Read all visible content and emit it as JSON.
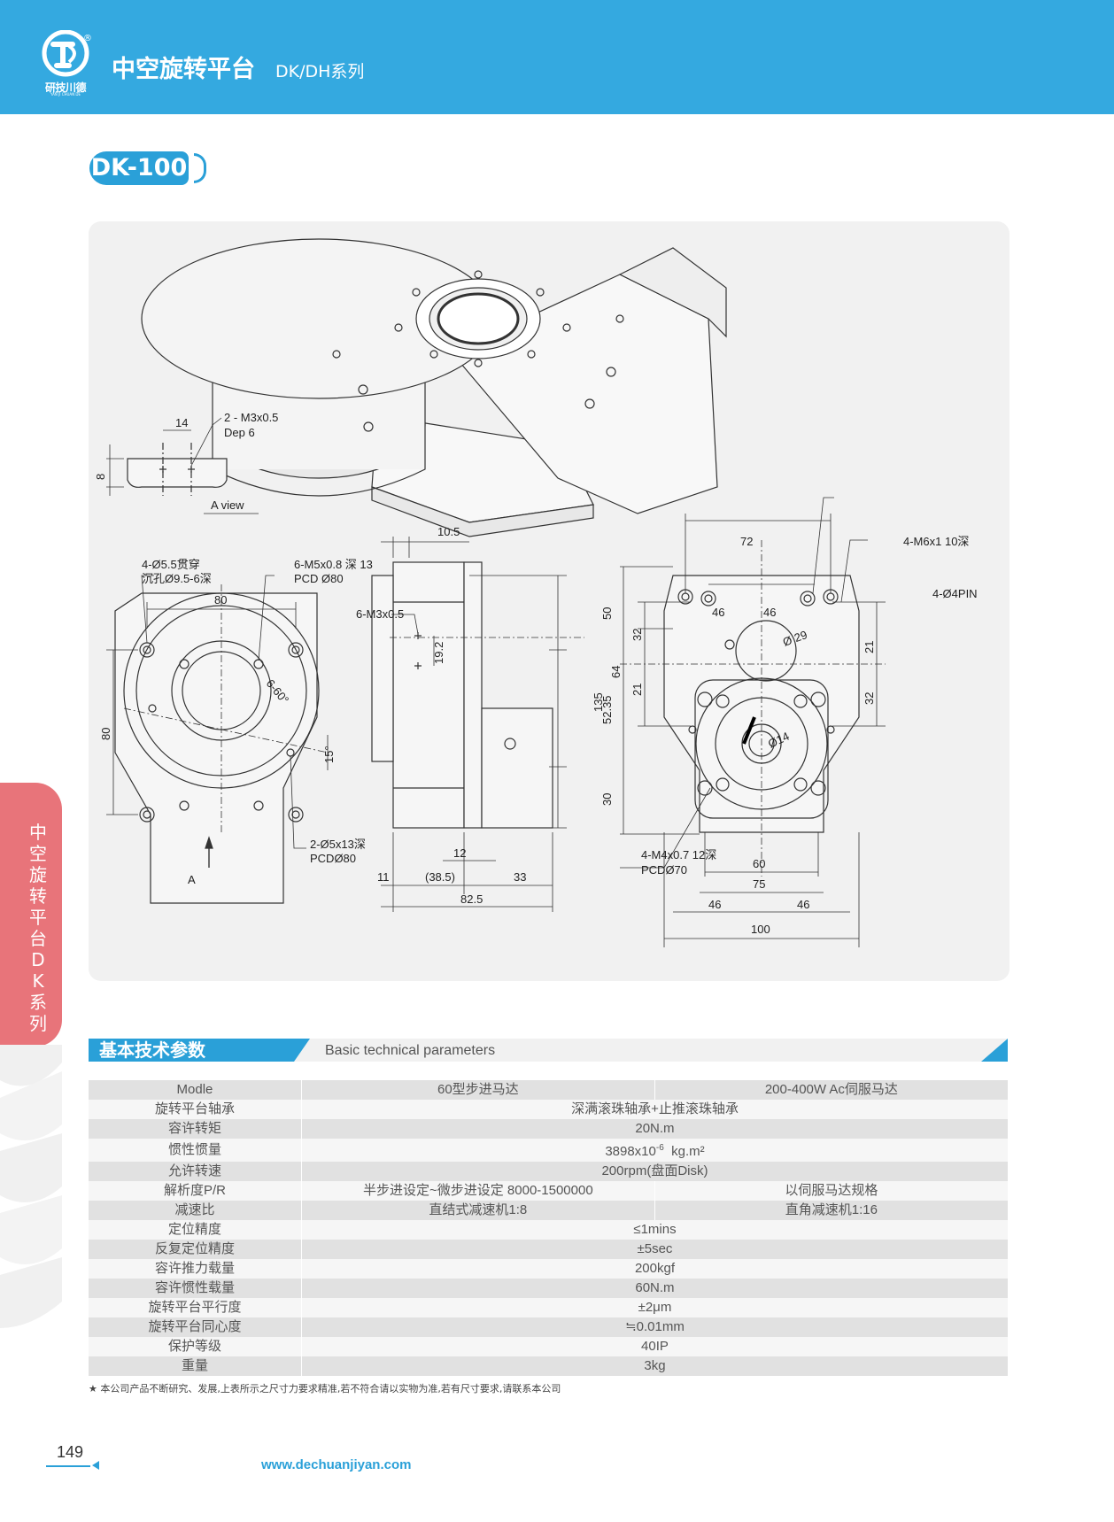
{
  "header": {
    "title": "中空旋转平台",
    "series": "DK/DH系列",
    "logo_name": "研技川德",
    "logo_subtext": "YAN JI CHUAN DE",
    "registered_mark": "®"
  },
  "model": "DK-100",
  "drawing": {
    "a_view": {
      "dims": [
        "14",
        "8"
      ],
      "callout": [
        "2 - M3x0.5",
        "Dep 6"
      ],
      "caption": "A view"
    },
    "front_view": {
      "callout_1": [
        "4-Ø5.5贯穿",
        "沉孔Ø9.5-6深"
      ],
      "callout_2": [
        "6-M5x0.8 深 13",
        "PCD Ø80"
      ],
      "callout_3": [
        "2-Ø5x13深",
        "PCDØ80"
      ],
      "dims": [
        "80",
        "80",
        "6-60°",
        "15°"
      ],
      "arrow_label": "A"
    },
    "side_view": {
      "top_dim": "10.5",
      "callout": "6-M3x0.5",
      "dims_right": [
        "50",
        "52.35",
        "30"
      ],
      "dim_inner": "19.2",
      "dims_bottom": [
        "12",
        "11",
        "(38.5)",
        "33",
        "82.5"
      ]
    },
    "rear_view": {
      "callout_1": "4-M6x1  10深",
      "callout_2": "4-Ø4PIN",
      "callout_3": [
        "4-M4x0.7 12深",
        "PCDØ70"
      ],
      "dims": [
        "72",
        "46",
        "46",
        "Ø 29",
        "Ø14",
        "32",
        "21",
        "21",
        "32",
        "64",
        "135",
        "60",
        "75",
        "46",
        "46",
        "100"
      ]
    }
  },
  "side_tab": [
    "中",
    "空",
    "旋",
    "转",
    "平",
    "台",
    "D",
    "K",
    "系",
    "列"
  ],
  "section": {
    "title": "基本技术参数",
    "subtitle": "Basic technical parameters"
  },
  "params": {
    "rows": [
      {
        "label": "Modle",
        "a": "60型步进马达",
        "b": "200-400W Ac伺服马达"
      },
      {
        "label": "旋转平台轴承",
        "value": "深满滚珠轴承+止推滚珠轴承"
      },
      {
        "label": "容许转矩",
        "value": "20N.m"
      },
      {
        "label": "惯性惯量",
        "value": "3898x10",
        "sup": "-6",
        "value_tail": "  kg.m²"
      },
      {
        "label": "允许转速",
        "value": "200rpm(盘面Disk)"
      },
      {
        "label": "解析度P/R",
        "a": "半步进设定~微步进设定 8000-1500000",
        "b": "以伺服马达规格"
      },
      {
        "label": "减速比",
        "a": "直结式减速机1:8",
        "b": "直角减速机1:16"
      },
      {
        "label": "定位精度",
        "value": "≤1mins"
      },
      {
        "label": "反复定位精度",
        "value": "±5sec"
      },
      {
        "label": "容许推力载量",
        "value": "200kgf"
      },
      {
        "label": "容许惯性载量",
        "value": "60N.m"
      },
      {
        "label": "旋转平台平行度",
        "value": "±2μm"
      },
      {
        "label": "旋转平台同心度",
        "value": "≒0.01mm"
      },
      {
        "label": "保护等级",
        "value": "40IP"
      },
      {
        "label": "重量",
        "value": "3kg"
      }
    ]
  },
  "footnote": "★ 本公司产品不断研究、发展,上表所示之尺寸力要求精准,若不符合请以实物为准,若有尺寸要求,请联系本公司",
  "page_number": "149",
  "website": "www.dechuanjiyan.com",
  "colors": {
    "header_blue": "#34a9e0",
    "badge_blue": "#2aa0d8",
    "side_tab_red": "#e8747a",
    "panel_grey": "#f1f1f1"
  }
}
